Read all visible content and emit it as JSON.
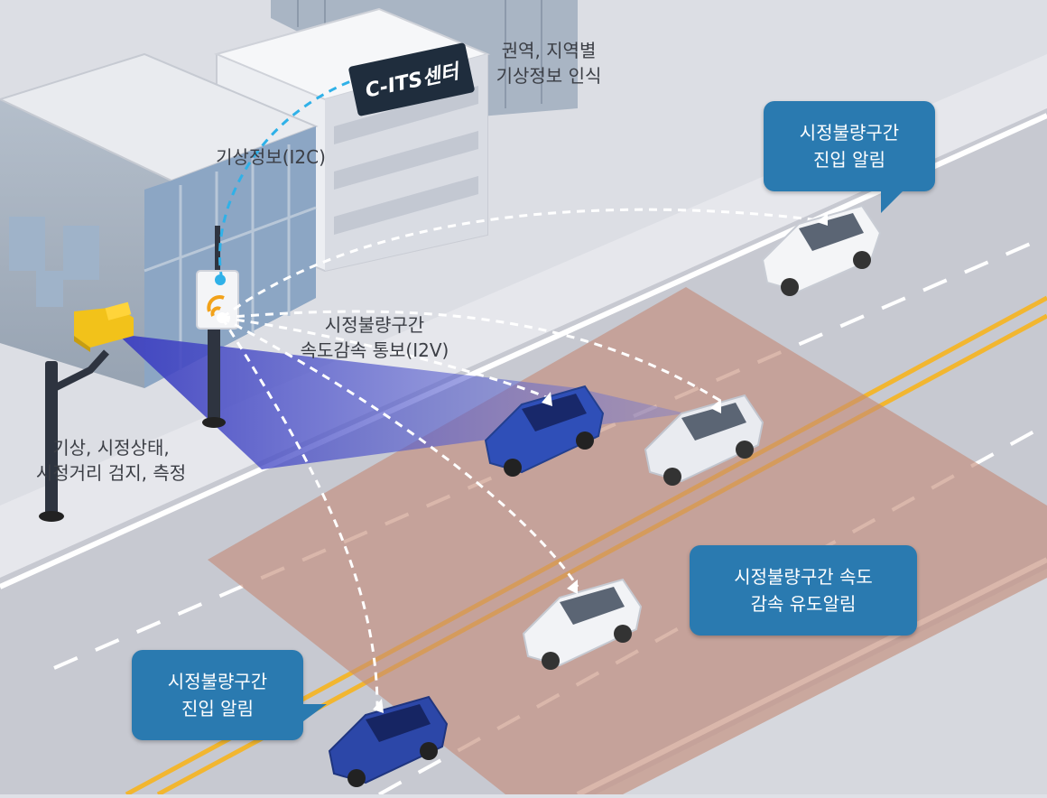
{
  "center_sign": "C-ITS센터",
  "labels": {
    "region_weather": [
      "권역, 지역별",
      "기상정보 인식"
    ],
    "i2c": "기상정보(I2C)",
    "i2v": [
      "시정불량구간",
      "속도감속 통보(I2V)"
    ],
    "detect": [
      "기상, 시정상태,",
      "시정거리 검지, 측정"
    ]
  },
  "bubbles": {
    "top_right": [
      "시정불량구간",
      "진입 알림"
    ],
    "middle_right": [
      "시정불량구간 속도",
      "감속 유도알림"
    ],
    "bottom_left": [
      "시정불량구간",
      "진입 알림"
    ]
  },
  "colors": {
    "bubble": "#2a7ab0",
    "zone": "#c48a78",
    "road": "#c9cbd3",
    "lane_yellow": "#f2b630",
    "sign_bg": "#1f2d3d",
    "camera": "#f2c21a",
    "detect_beam": "#4a4ec8"
  },
  "icons": [
    "camera-icon",
    "wifi-antenna-icon"
  ]
}
